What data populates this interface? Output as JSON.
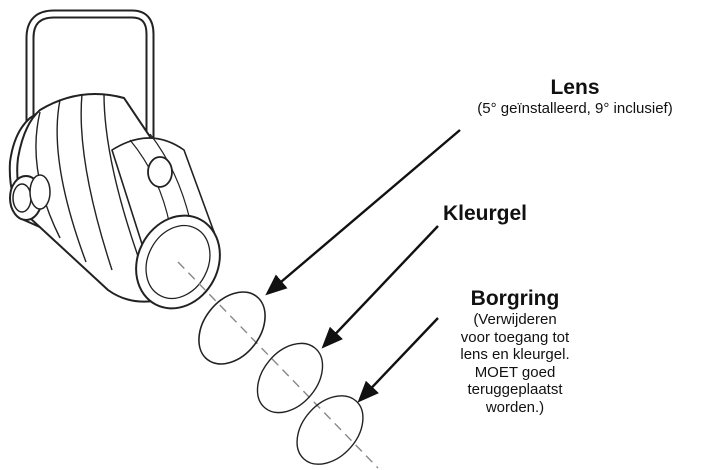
{
  "labels": {
    "lens": {
      "title": "Lens",
      "subtitle": "(5° geïnstalleerd, 9° inclusief)"
    },
    "kleurgel": {
      "title": "Kleurgel"
    },
    "borgring": {
      "title": "Borgring",
      "lines": [
        "(Verwijderen",
        "voor toegang tot",
        "lens en kleurgel.",
        "MOET goed",
        "teruggeplaatst",
        "worden.)"
      ]
    }
  },
  "colors": {
    "ink": "#111111",
    "line": "#222222",
    "dash": "#888888",
    "background": "#ffffff"
  },
  "icons": {
    "fixture": "spotlight-fixture-icon",
    "arrow": "arrow-icon"
  }
}
